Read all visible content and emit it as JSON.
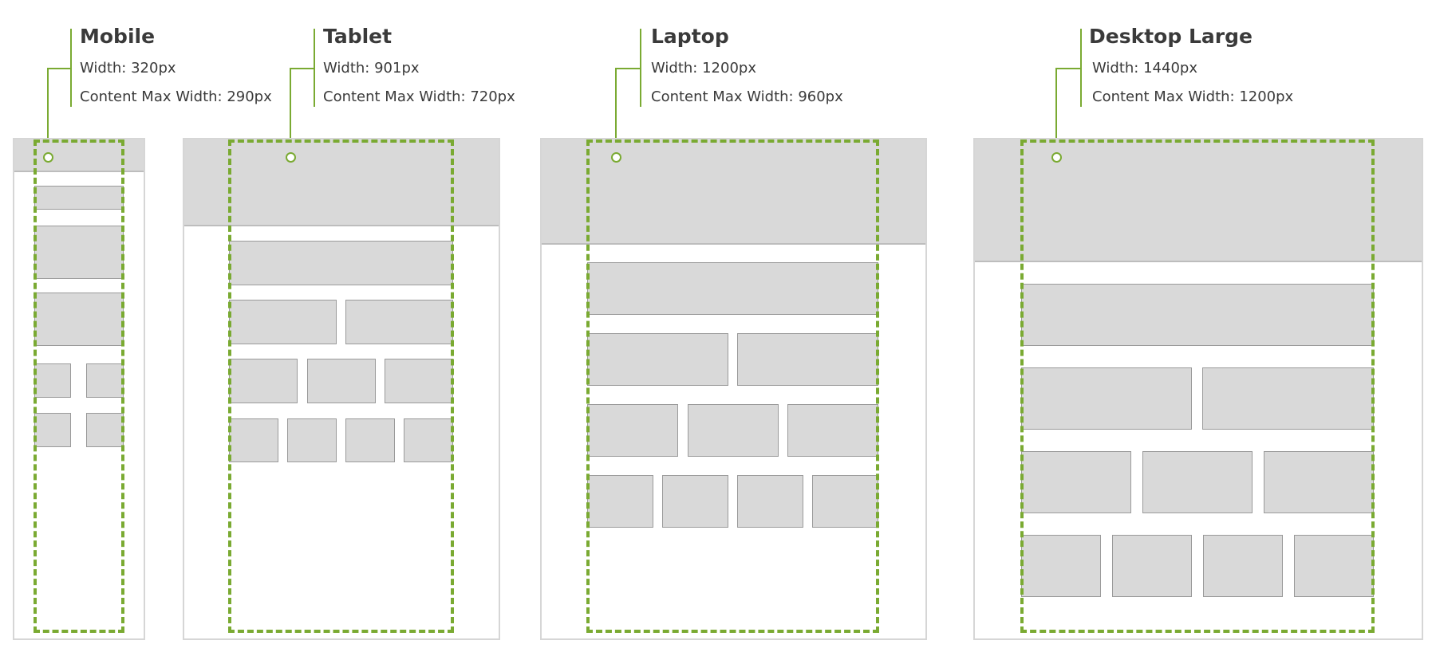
{
  "accent_color": "#7aaa32",
  "breakpoints": [
    {
      "id": "mobile",
      "name": "Mobile",
      "width_label": "Width: 320px",
      "content_label": "Content Max Width: 290px"
    },
    {
      "id": "tablet",
      "name": "Tablet",
      "width_label": "Width: 901px",
      "content_label": "Content Max Width: 720px"
    },
    {
      "id": "laptop",
      "name": "Laptop",
      "width_label": "Width: 1200px",
      "content_label": "Content Max Width: 960px"
    },
    {
      "id": "desktop-large",
      "name": "Desktop Large",
      "width_label": "Width: 1440px",
      "content_label": "Content Max Width: 1200px"
    }
  ]
}
